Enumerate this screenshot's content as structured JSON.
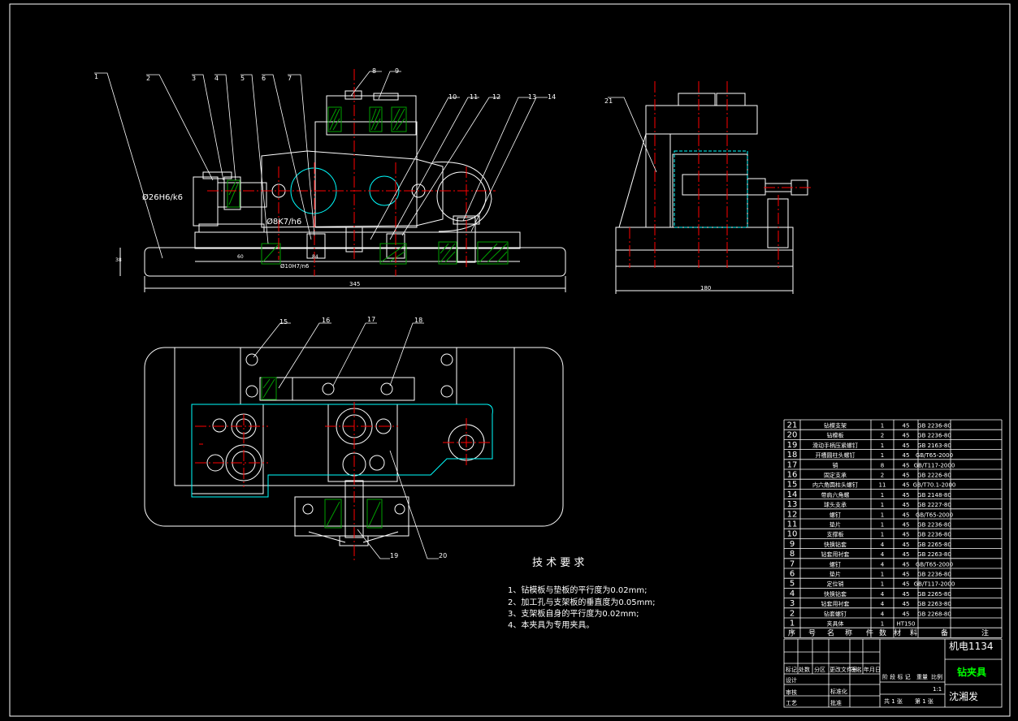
{
  "balloons": [
    "1",
    "2",
    "3",
    "4",
    "5",
    "6",
    "7",
    "8",
    "9",
    "10",
    "11",
    "12",
    "13",
    "14",
    "15",
    "16",
    "17",
    "18",
    "19",
    "20",
    "21"
  ],
  "dims": {
    "fit_26": "Ø26H6/k6",
    "fit_8": "Ø8K7/h6",
    "fit_10": "Ø10H7/n6",
    "len_front": "345",
    "len_side": "180",
    "h_front": "38",
    "d_60": "60",
    "d_84": "84"
  },
  "tech": {
    "title": "技 术 要 求",
    "items": [
      "1、钻模板与垫板的平行度为0.02mm;",
      "2、加工孔与支架板的垂直度为0.05mm;",
      "3、支架板自身的平行度为0.02mm;",
      "4、本夹具为专用夹具。"
    ]
  },
  "bom": {
    "rows": [
      [
        "21",
        "钻模支架",
        "1",
        "45",
        "GB 2236-80"
      ],
      [
        "20",
        "钻模板",
        "2",
        "45",
        "GB 2236-80"
      ],
      [
        "19",
        "滑动手柄压紧螺钉",
        "1",
        "45",
        "GB 2163-80"
      ],
      [
        "18",
        "开槽圆柱头螺钉",
        "1",
        "45",
        "GB/T65-2000"
      ],
      [
        "17",
        "销",
        "8",
        "45",
        "GB/T117-2000"
      ],
      [
        "16",
        "固定支承",
        "2",
        "45",
        "GB 2226-80"
      ],
      [
        "15",
        "内六角圆柱头螺钉",
        "11",
        "45",
        "GB/T70.1-2000"
      ],
      [
        "14",
        "带肩六角螺",
        "1",
        "45",
        "GB 2148-80"
      ],
      [
        "13",
        "球头支承",
        "1",
        "45",
        "GB 2227-80"
      ],
      [
        "12",
        "螺钉",
        "1",
        "45",
        "GB/T65-2000"
      ],
      [
        "11",
        "垫片",
        "1",
        "45",
        "GB 2236-80"
      ],
      [
        "10",
        "支撑板",
        "1",
        "45",
        "GB 2236-80"
      ],
      [
        "9",
        "快换钻套",
        "4",
        "45",
        "GB 2265-80"
      ],
      [
        "8",
        "钻套用衬套",
        "4",
        "45",
        "GB 2263-80"
      ],
      [
        "7",
        "螺钉",
        "4",
        "45",
        "GB/T65-2000"
      ],
      [
        "6",
        "垫片",
        "1",
        "45",
        "GB 2236-80"
      ],
      [
        "5",
        "定位销",
        "1",
        "45",
        "GB/T117-2000"
      ],
      [
        "4",
        "快换钻套",
        "4",
        "45",
        "GB 2265-80"
      ],
      [
        "3",
        "钻套用衬套",
        "4",
        "45",
        "GB 2263-80"
      ],
      [
        "2",
        "钻套螺钉",
        "4",
        "45",
        "GB 2268-80"
      ],
      [
        "1",
        "夹具体",
        "1",
        "HT150",
        ""
      ]
    ],
    "header": [
      "序",
      "号",
      "名",
      "称",
      "件",
      "数",
      "材",
      "料",
      "备",
      "注"
    ]
  },
  "title_block": {
    "code": "机电1134",
    "name": "钻夹具",
    "author": "沈湘发",
    "labels_left": [
      "标记",
      "处数",
      "分区",
      "更改文件号",
      "签名",
      "年月日"
    ],
    "labels_rows": [
      "设计",
      "审核",
      "工艺"
    ],
    "labels_mid": [
      "标准化",
      "批准"
    ],
    "labels_stage": [
      "阶 段 标 记",
      "重量",
      "比例"
    ],
    "scale": "1:1",
    "sheets_total": "共 1 张",
    "sheet_no": "第 1 张"
  },
  "colors": {
    "background": "#000000",
    "line": "#ffffff",
    "center": "#ff0000",
    "hatch": "#00a000",
    "hidden": "#00ffff",
    "accent": "#00ff00"
  }
}
